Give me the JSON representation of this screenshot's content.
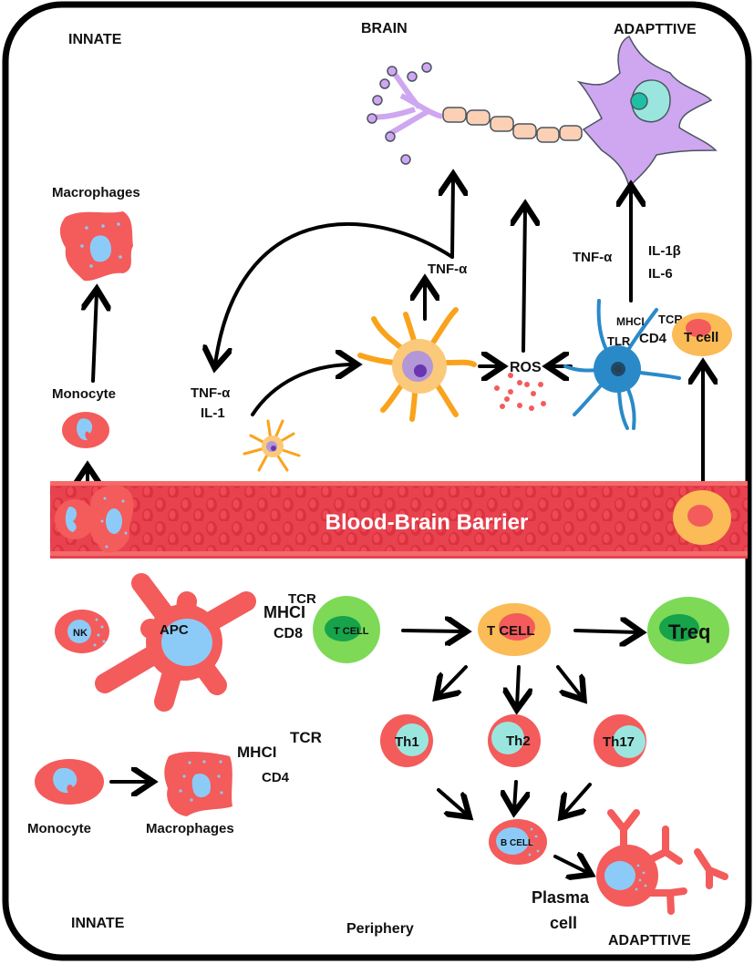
{
  "regions": {
    "innate_top": "INNATE",
    "brain": "BRAIN",
    "adaptive_top": "ADAPTTIVE",
    "innate_bottom": "INNATE",
    "periphery": "Periphery",
    "adaptive_bottom": "ADAPTTIVE"
  },
  "barrier": {
    "label": "Blood-Brain Barrier"
  },
  "brain_side": {
    "macrophages": "Macrophages",
    "monocyte": "Monocyte",
    "cytokines_left_1": "TNF-α",
    "cytokines_left_2": "IL-1",
    "astrocyte_output": "TNF-α",
    "ros": "ROS",
    "microglia_tnf": "TNF-α",
    "il1b": "IL-1β",
    "il6": "IL-6",
    "mhci": "MHCI",
    "tcr": "TCR",
    "tlr": "TLR",
    "cd4": "CD4",
    "t_cell": "T cell"
  },
  "periphery_side": {
    "nk": "NK",
    "apc": "APC",
    "tcr_1": "TCR",
    "mhci_1": "MHCI",
    "cd8": "CD8",
    "cd8_t_cell": "T CELL",
    "t_cell": "T CELL",
    "treq": "Treq",
    "th1": "Th1",
    "th2": "Th2",
    "th17": "Th17",
    "b_cell": "B CELL",
    "plasma_1": "Plasma",
    "plasma_2": "cell",
    "monocyte": "Monocyte",
    "macrophages": "Macrophages",
    "mhci_2": "MHCI",
    "tcr_2": "TCR",
    "cd4": "CD4"
  },
  "colors": {
    "cell_red": "#f45b5b",
    "nucleus_blue": "#8ccbf7",
    "astro_orange": "#f9a31c",
    "neuron_purple": "#cfa6f0",
    "microglia_blue": "#2a8ac8",
    "tcell_orange": "#fbbb57",
    "treg_green": "#7ed957",
    "teal": "#9ae6df",
    "vessel": "#e8424f"
  }
}
